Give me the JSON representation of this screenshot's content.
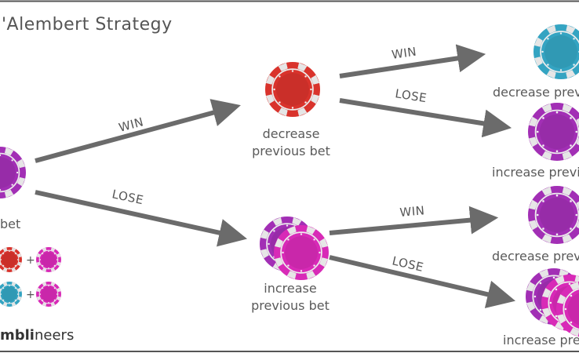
{
  "title": "'Alembert Strategy",
  "colors": {
    "red": "#d9332c",
    "purple": "#a22fb5",
    "magenta": "#d82ab7",
    "teal": "#34a4c2",
    "arrow": "#6b6b6b"
  },
  "root": {
    "label": "bet"
  },
  "nodes": {
    "win1": {
      "line1": "decrease",
      "line2": "previous bet"
    },
    "lose1": {
      "line1": "increase",
      "line2": "previous bet"
    },
    "ww": {
      "label": "decrease previ"
    },
    "wl": {
      "label": "increase previ"
    },
    "lw": {
      "label": "decrease previ"
    },
    "ll": {
      "label": "increase pre"
    }
  },
  "edges": {
    "root_win": "WIN",
    "root_lose": "LOSE",
    "win_win": "WIN",
    "win_lose": "LOSE",
    "lose_win": "WIN",
    "lose_lose": "LOSE"
  },
  "legend": {
    "plus_a": "+",
    "plus_b": "+"
  },
  "brand": {
    "bold": "mbli",
    "rest": "neers"
  }
}
